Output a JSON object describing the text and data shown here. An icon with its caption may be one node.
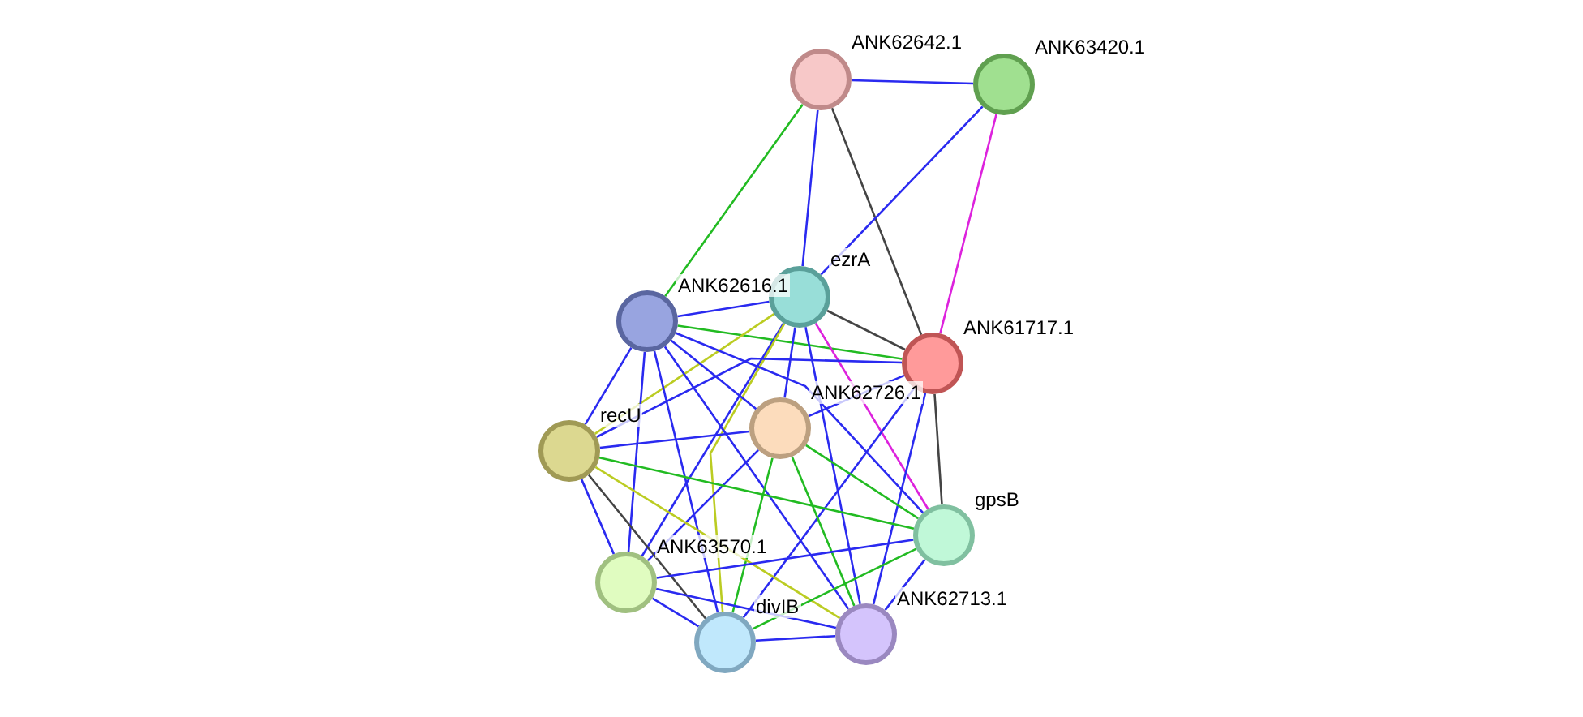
{
  "diagram": {
    "nodes": [
      {
        "text": [],
        "shape": "circle",
        "beside": [
          "ANK62642.1"
        ]
      },
      {
        "text": [],
        "shape": "circle",
        "beside": [
          "ANK63420.1"
        ]
      },
      {
        "text": [],
        "shape": "circle",
        "beside": [
          "ezrA"
        ]
      },
      {
        "text": [],
        "shape": "circle",
        "beside": [
          "ANK62616.1"
        ]
      },
      {
        "text": [],
        "shape": "circle",
        "beside": [
          "ANK61717.1"
        ]
      },
      {
        "text": [],
        "shape": "circle",
        "beside": [
          "ANK62726.1"
        ]
      },
      {
        "text": [],
        "shape": "circle",
        "beside": [
          "recU"
        ]
      },
      {
        "text": [],
        "shape": "circle",
        "beside": [
          "gpsB"
        ]
      },
      {
        "text": [],
        "shape": "circle",
        "beside": [
          "ANK63570.1"
        ]
      },
      {
        "text": [],
        "shape": "circle",
        "beside": [
          "divIB"
        ]
      },
      {
        "text": [],
        "shape": "circle",
        "beside": [
          "ANK62713.1"
        ]
      }
    ],
    "edges": [
      {
        "from": 0,
        "to": 1,
        "arrow": "none"
      },
      {
        "from": 0,
        "to": 3,
        "arrow": "none",
        "color": "#22bb22"
      },
      {
        "from": 0,
        "to": 2,
        "arrow": "none"
      },
      {
        "from": 0,
        "to": 4,
        "arrow": "none",
        "color": "#444444"
      },
      {
        "from": 1,
        "to": 2,
        "arrow": "none"
      },
      {
        "from": 1,
        "to": 4,
        "arrow": "none",
        "color": "#dd22dd"
      },
      {
        "from": 3,
        "to": 2,
        "arrow": "none"
      },
      {
        "from": 3,
        "to": 4,
        "arrow": "none",
        "color": "#22bb22"
      },
      {
        "from": 2,
        "to": 4,
        "arrow": "none",
        "color": "#444444"
      },
      {
        "from": 2,
        "to": 5,
        "arrow": "none"
      },
      {
        "from": 2,
        "to": 6,
        "arrow": "none",
        "color": "#bbcc22"
      },
      {
        "from": 2,
        "to": 7,
        "arrow": "none",
        "color": "#dd22dd"
      },
      {
        "from": 2,
        "to": 8,
        "arrow": "none"
      },
      {
        "from": 2,
        "to": 9,
        "arrow": "none",
        "color": "#bbcc22"
      },
      {
        "from": 2,
        "to": 10,
        "arrow": "none"
      },
      {
        "from": 3,
        "to": 6,
        "arrow": "none"
      },
      {
        "from": 3,
        "to": 5,
        "arrow": "none"
      },
      {
        "from": 3,
        "to": 7,
        "arrow": "none"
      },
      {
        "from": 3,
        "to": 8,
        "arrow": "none"
      },
      {
        "from": 3,
        "to": 9,
        "arrow": "none"
      },
      {
        "from": 3,
        "to": 10,
        "arrow": "none"
      },
      {
        "from": 4,
        "to": 5,
        "arrow": "none"
      },
      {
        "from": 4,
        "to": 6,
        "arrow": "none"
      },
      {
        "from": 4,
        "to": 7,
        "arrow": "none",
        "color": "#444444"
      },
      {
        "from": 4,
        "to": 9,
        "arrow": "none"
      },
      {
        "from": 4,
        "to": 10,
        "arrow": "none"
      },
      {
        "from": 5,
        "to": 6,
        "arrow": "none"
      },
      {
        "from": 5,
        "to": 7,
        "arrow": "none",
        "color": "#22bb22"
      },
      {
        "from": 5,
        "to": 9,
        "arrow": "none",
        "color": "#22bb22"
      },
      {
        "from": 5,
        "to": 10,
        "arrow": "none",
        "color": "#22bb22"
      },
      {
        "from": 5,
        "to": 8,
        "arrow": "none"
      },
      {
        "from": 6,
        "to": 7,
        "arrow": "none",
        "color": "#22bb22"
      },
      {
        "from": 6,
        "to": 9,
        "arrow": "none",
        "color": "#444444"
      },
      {
        "from": 6,
        "to": 10,
        "arrow": "none",
        "color": "#bbcc22"
      },
      {
        "from": 6,
        "to": 8,
        "arrow": "none"
      },
      {
        "from": 7,
        "to": 8,
        "arrow": "none"
      },
      {
        "from": 7,
        "to": 9,
        "arrow": "none",
        "color": "#22bb22"
      },
      {
        "from": 7,
        "to": 10,
        "arrow": "none"
      },
      {
        "from": 8,
        "to": 9,
        "arrow": "none"
      },
      {
        "from": 8,
        "to": 10,
        "arrow": "none"
      },
      {
        "from": 9,
        "to": 10,
        "arrow": "none"
      }
    ]
  }
}
